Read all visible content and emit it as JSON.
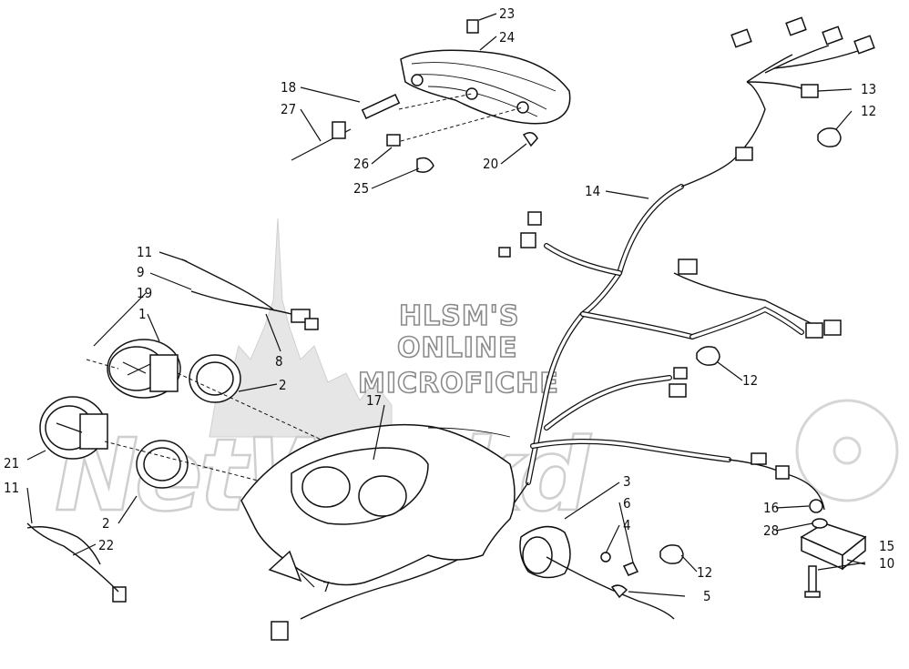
{
  "watermark": {
    "lines": [
      "HLSM'S",
      "ONLINE",
      "MICROFICHE"
    ],
    "logo_text": "NetWorkd"
  },
  "callouts": [
    {
      "label": "23"
    },
    {
      "label": "24"
    },
    {
      "label": "18"
    },
    {
      "label": "27"
    },
    {
      "label": "26"
    },
    {
      "label": "25"
    },
    {
      "label": "20"
    },
    {
      "label": "13"
    },
    {
      "label": "12"
    },
    {
      "label": "14"
    },
    {
      "label": "11"
    },
    {
      "label": "9"
    },
    {
      "label": "19"
    },
    {
      "label": "1"
    },
    {
      "label": "8"
    },
    {
      "label": "2"
    },
    {
      "label": "17"
    },
    {
      "label": "12"
    },
    {
      "label": "21"
    },
    {
      "label": "11"
    },
    {
      "label": "2"
    },
    {
      "label": "22"
    },
    {
      "label": "3"
    },
    {
      "label": "6"
    },
    {
      "label": "4"
    },
    {
      "label": "16"
    },
    {
      "label": "28"
    },
    {
      "label": "15"
    },
    {
      "label": "10"
    },
    {
      "label": "12"
    },
    {
      "label": "5"
    },
    {
      "label": "7"
    }
  ]
}
